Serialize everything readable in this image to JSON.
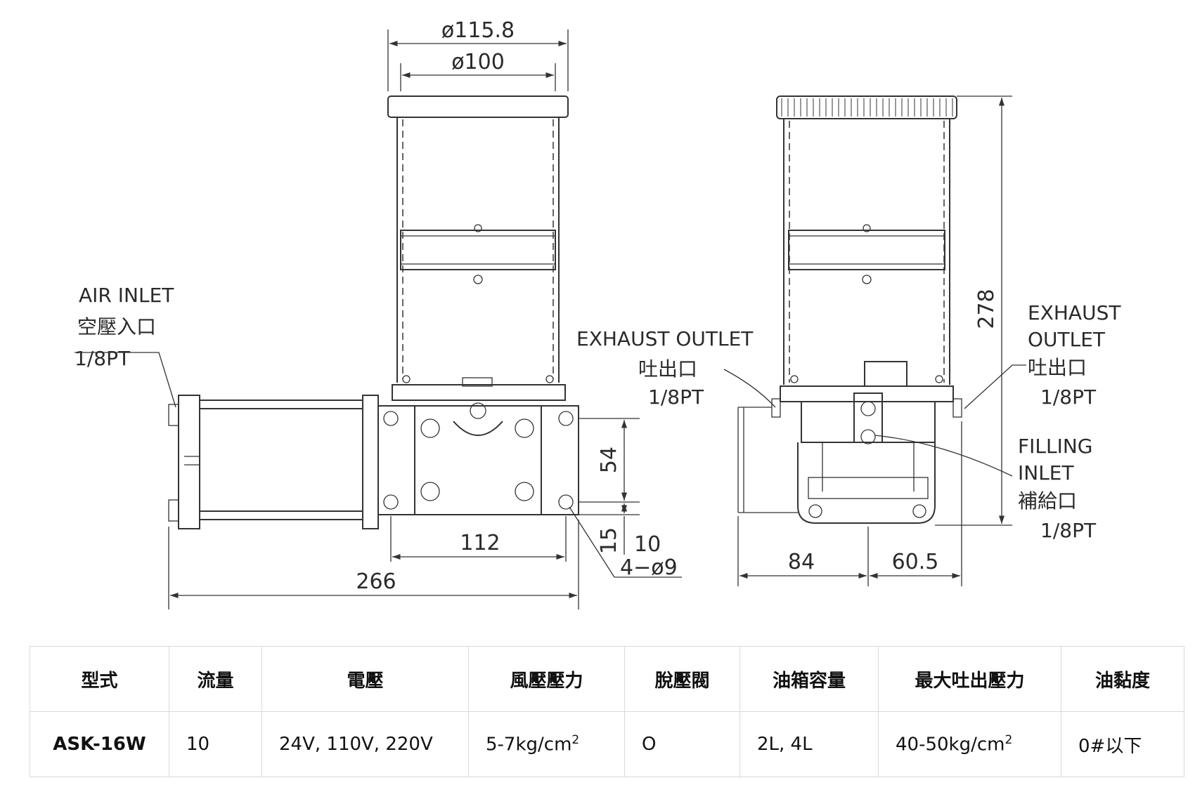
{
  "drawing": {
    "dims": {
      "d115": "ø115.8",
      "d100": "ø100",
      "d54": "54",
      "d15": "15",
      "d10": "10",
      "d112": "112",
      "d266": "266",
      "holes": "4−ø9",
      "d278": "278",
      "d84": "84",
      "d60": "60.5"
    },
    "labels": {
      "air_inlet_en": "AIR INLET",
      "air_inlet_zh": "空壓入口",
      "air_inlet_size": "1/8PT",
      "exhaust_left_en": "EXHAUST OUTLET",
      "exhaust_left_zh": "吐出口",
      "exhaust_left_size": "1/8PT",
      "exhaust_right_en1": "EXHAUST",
      "exhaust_right_en2": "OUTLET",
      "exhaust_right_zh": "吐出口",
      "exhaust_right_size": "1/8PT",
      "filling_en1": "FILLING",
      "filling_en2": "INLET",
      "filling_zh": "補給口",
      "filling_size": "1/8PT"
    }
  },
  "table": {
    "headers": [
      "型式",
      "流量",
      "電壓",
      "風壓壓力",
      "脫壓閥",
      "油箱容量",
      "最大吐出壓力",
      "油黏度"
    ],
    "row": {
      "model": "ASK-16W",
      "flow": "10",
      "voltage": "24V, 110V, 220V",
      "air_pressure": "5-7kg/cm",
      "air_pressure_exp": "2",
      "relief_valve": "O",
      "tank": "2L, 4L",
      "max_pressure": "40-50kg/cm",
      "max_pressure_exp": "2",
      "viscosity": "0#以下"
    }
  }
}
